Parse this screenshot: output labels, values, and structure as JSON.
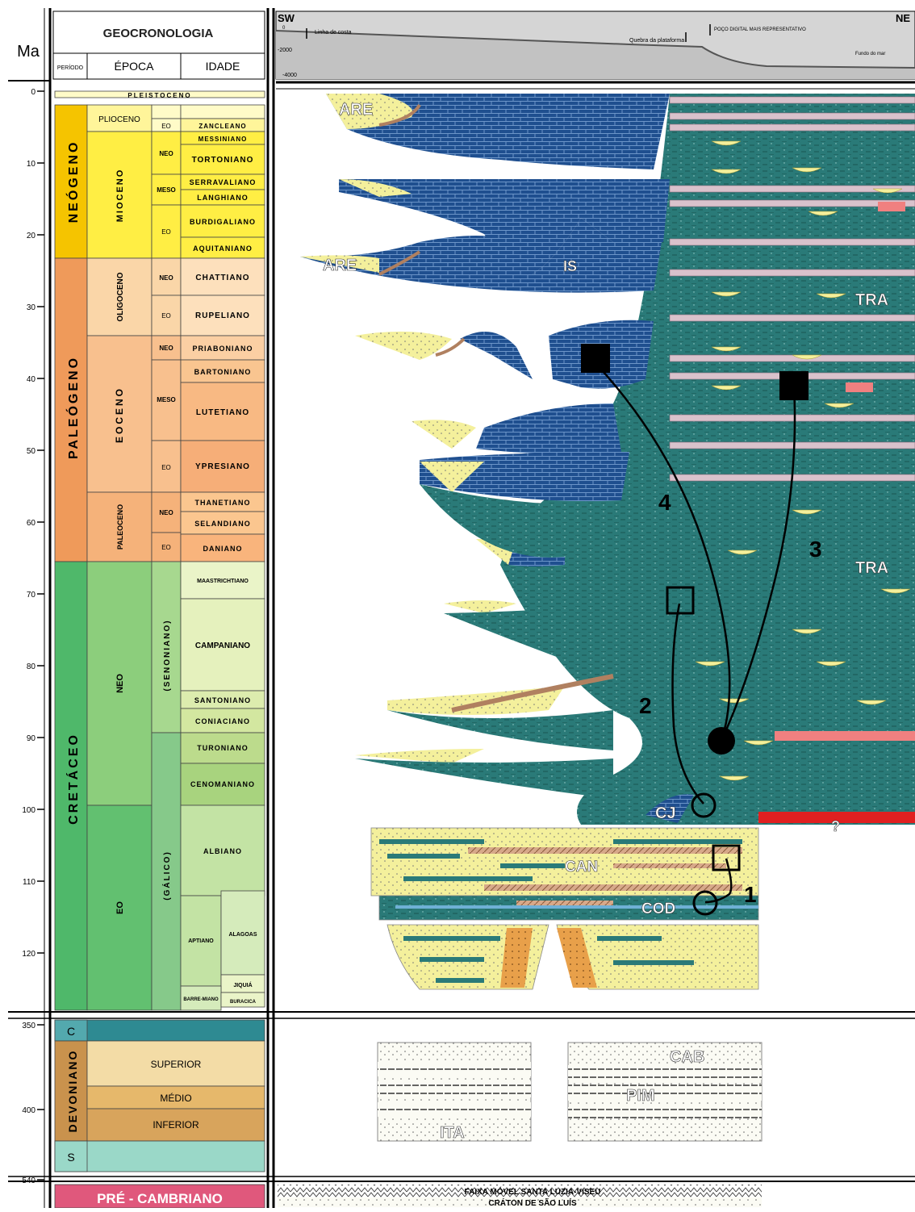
{
  "header": {
    "ma_label": "Ma",
    "geocronologia": "GEOCRONOLOGIA",
    "periodo": "PERÍODO",
    "epoca": "ÉPOCA",
    "idade": "IDADE"
  },
  "ma_ticks": [
    "0",
    "10",
    "20",
    "30",
    "40",
    "50",
    "60",
    "70",
    "80",
    "90",
    "100",
    "110",
    "120",
    "350",
    "400",
    "540"
  ],
  "periods": {
    "neogeno": "NEÓGENO",
    "paleogeno": "PALEÓGENO",
    "cretaceo": "CRETÁCEO",
    "carbonifero": "C",
    "devoniano": "DEVONIANO",
    "siluriano": "S",
    "precambriano": "PRÉ - CAMBRIANO"
  },
  "epochs": {
    "pleistoceno": "PLEISTOCENO",
    "plioceno": "PLIOCENO",
    "mioceno": "MIOCENO",
    "oligoceno": "OLIGOCENO",
    "eoceno": "EOCENO",
    "paleoceno": "PALEOCENO",
    "cret_neo": "NEO",
    "cret_eo": "EO",
    "senoniano": "(SENONIANO)",
    "galico": "(GÁLICO)",
    "dev_superior": "SUPERIOR",
    "dev_medio": "MÉDIO",
    "dev_inferior": "INFERIOR"
  },
  "subepochs": {
    "neo": "NEO",
    "meso": "MESO",
    "eo": "EO"
  },
  "ages": {
    "zancleano": "ZANCLEANO",
    "messiniano": "MESSINIANO",
    "tortoniano": "TORTONIANO",
    "serravaliano": "SERRAVALIANO",
    "langhiano": "LANGHIANO",
    "burdigaliano": "BURDIGALIANO",
    "aquitaniano": "AQUITANIANO",
    "chattiano": "CHATTIANO",
    "rupeliano": "RUPELIANO",
    "priaboniano": "PRIABONIANO",
    "bartoniano": "BARTONIANO",
    "lutetiano": "LUTETIANO",
    "ypresiano": "YPRESIANO",
    "thanetiano": "THANETIANO",
    "selandiano": "SELANDIANO",
    "daniano": "DANIANO",
    "maastrichtiano": "MAASTRICHTIANO",
    "campaniano": "CAMPANIANO",
    "santoniano": "SANTONIANO",
    "coniaciano": "CONIACIANO",
    "turoniano": "TURONIANO",
    "cenomaniano": "CENOMANIANO",
    "albiano": "ALBIANO",
    "aptiano": "APTIANO",
    "alagoas": "ALAGOAS",
    "jiquia": "JIQUIÁ",
    "barremiano": "BARRE-MIANO",
    "buracica": "BURACICA"
  },
  "profile": {
    "sw": "SW",
    "ne": "NE",
    "linha_costa": "Linha de costa",
    "quebra": "Quebra da plataforma",
    "poco": "POÇO DIGITAL MAIS REPRESENTATIVO",
    "fundo_mar": "Fundo do mar",
    "depth_0": "0",
    "depth_2000": "-2000",
    "depth_4000": "-4000"
  },
  "units": {
    "are_top": "ARE",
    "are_mid": "ARE",
    "is": "IS",
    "tra_upper": "TRA",
    "tra_lower": "TRA",
    "cj": "CJ",
    "question": "?",
    "can": "CAN",
    "cod": "COD",
    "cab": "CAB",
    "pim": "PIM",
    "ita": "ITA",
    "faixa_movel": "FAIXA MÓVEL SANTA LUZIA-VISEU",
    "craton": "CRÁTON DE SÃO LUÍS"
  },
  "systems": {
    "s1": "1",
    "s2": "2",
    "s3": "3",
    "s4": "4"
  },
  "colors": {
    "neogene_period": "#f5c400",
    "neogene_epoch": "#ffee44",
    "paleogene_period": "#ef9a5a",
    "paleogene_epoch": "#f8c08e",
    "cretaceous_period": "#4fb86a",
    "cretaceous_epoch": "#8cce7c",
    "carbonate_blue": "#1f4f8f",
    "shale_teal": "#2a7a78",
    "sand_yellow": "#f4f09c",
    "precambrian": "#e0587c"
  }
}
